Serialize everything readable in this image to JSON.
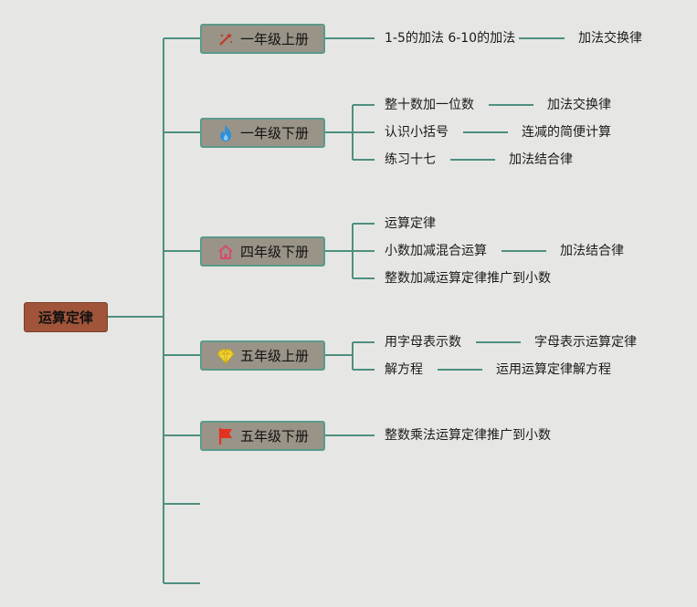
{
  "root": {
    "label": "运算定律"
  },
  "grades": [
    {
      "label": "一年级上册",
      "icon": "magic-wand-icon",
      "items": [
        {
          "text": "1-5的加法 6-10的加法",
          "sub": "加法交换律"
        }
      ]
    },
    {
      "label": "一年级下册",
      "icon": "flame-icon",
      "items": [
        {
          "text": "整十数加一位数",
          "sub": "加法交换律"
        },
        {
          "text": "认识小括号",
          "sub": "连减的简便计算"
        },
        {
          "text": "练习十七",
          "sub": "加法结合律"
        }
      ]
    },
    {
      "label": "四年级下册",
      "icon": "house-icon",
      "items": [
        {
          "text": "运算定律"
        },
        {
          "text": "小数加减混合运算",
          "sub": "加法结合律"
        },
        {
          "text": "整数加减运算定律推广到小数"
        }
      ]
    },
    {
      "label": "五年级上册",
      "icon": "diamond-icon",
      "items": [
        {
          "text": "用字母表示数",
          "sub": "字母表示运算定律"
        },
        {
          "text": "解方程",
          "sub": "运用运算定律解方程"
        }
      ]
    },
    {
      "label": "五年级下册",
      "icon": "flag-icon",
      "items": [
        {
          "text": "整数乘法运算定律推广到小数"
        }
      ]
    }
  ],
  "colors": {
    "line": "#4e8f80",
    "root_fill": "#a0553a",
    "grade_fill": "#999487",
    "background": "#e6e7e4"
  }
}
